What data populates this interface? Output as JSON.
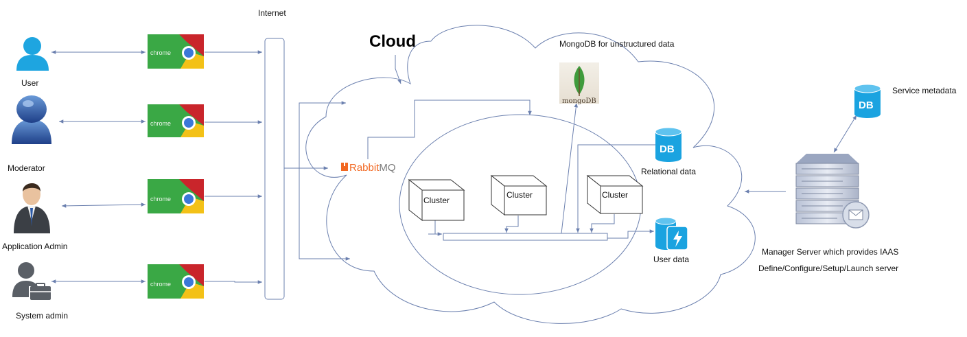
{
  "labels": {
    "internet": "Internet",
    "cloud": "Cloud",
    "mongodb_caption": "MongoDB for unstructured data",
    "service_metadata": "Service metadata",
    "relational_data": "Relational data",
    "user_data": "User data",
    "manager_server": "Manager Server which provides IAAS",
    "define_configure": "Define/Configure/Setup/Launch server"
  },
  "actors": [
    {
      "label": "User"
    },
    {
      "label": "Moderator"
    },
    {
      "label": "Application Admin"
    },
    {
      "label": "System admin"
    }
  ],
  "browsers": [
    {
      "word": "chrome"
    },
    {
      "word": "chrome"
    },
    {
      "word": "chrome"
    },
    {
      "word": "chrome"
    }
  ],
  "clusters": [
    {
      "label": "Cluster"
    },
    {
      "label": "Cluster"
    },
    {
      "label": "Cluster"
    }
  ],
  "logos": {
    "rabbitmq_a": "Rabbit",
    "rabbitmq_b": "MQ",
    "mongodb": "mongoDB",
    "db_icon_text": "DB"
  },
  "colors": {
    "connector": "#6a7fae",
    "cloud_outline": "#6a7fae",
    "user_blue": "#1ea5e0",
    "db_blue": "#1aa3e0",
    "chrome_green": "#3aa845",
    "rabbit_orange": "#f26822",
    "mongo_green": "#3f9b3c"
  }
}
